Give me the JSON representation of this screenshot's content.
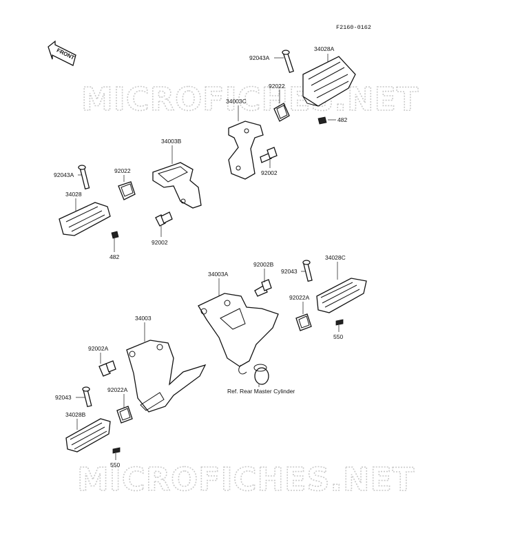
{
  "diagram_code": "F2160-0162",
  "front_label": "FRONT",
  "watermark": "MICROFICHES.NET",
  "callouts": {
    "p92043A_top": "92043A",
    "p34028A": "34028A",
    "p92022_top": "92022",
    "p34003C": "34003C",
    "p482_top": "482",
    "p92002_c": "92002",
    "p34003B": "34003B",
    "p92043A_left": "92043A",
    "p92022_left": "92022",
    "p34028": "34028",
    "p92002_b": "92002",
    "p482_left": "482",
    "p34003A": "34003A",
    "p92002B": "92002B",
    "p92043": "92043",
    "p34028C": "34028C",
    "p92022A_right": "92022A",
    "p550_right": "550",
    "p34003": "34003",
    "p92002A": "92002A",
    "p92043_lower": "92043",
    "p92022A_lower": "92022A",
    "p34028B": "34028B",
    "p550_lower": "550",
    "ref_note": "Ref. Rear Master Cylinder"
  }
}
